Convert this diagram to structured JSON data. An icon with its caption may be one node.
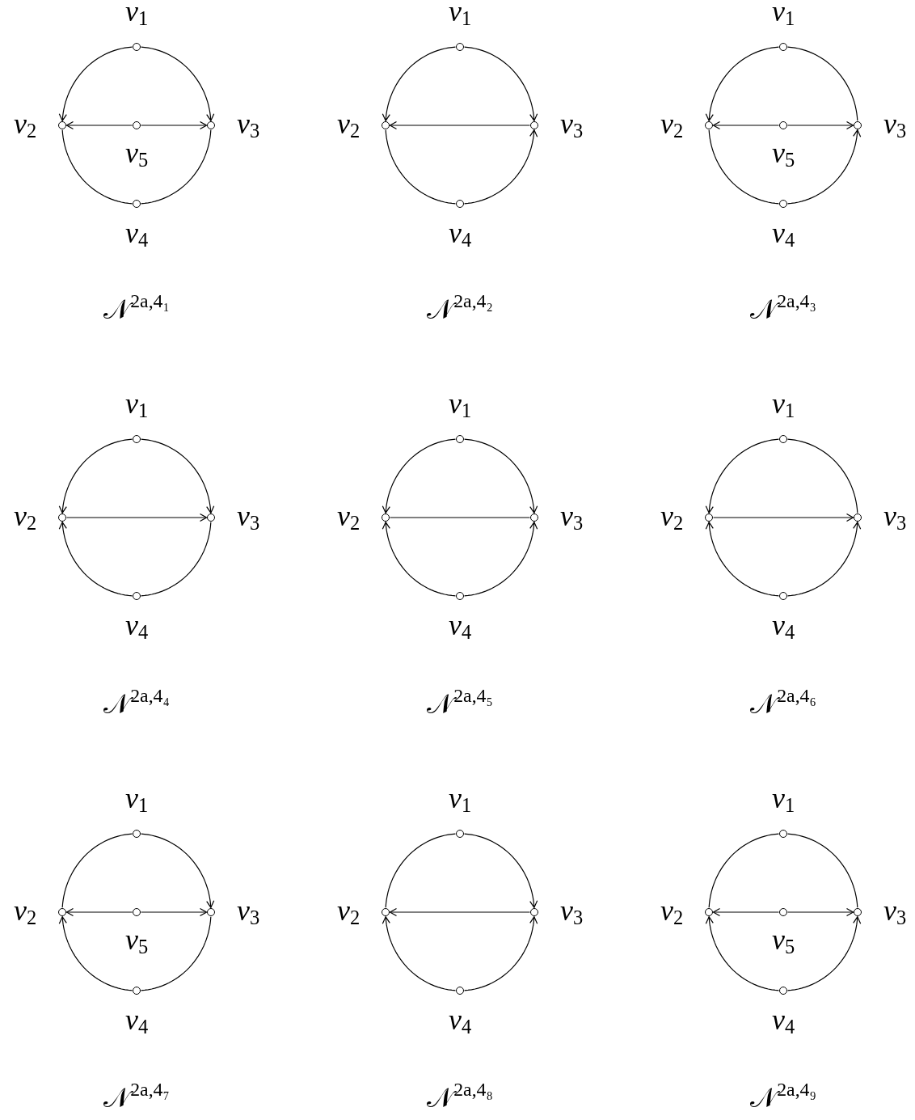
{
  "diagram": {
    "nodes": [
      {
        "text": [
          "*v*$_{1}$"
        ]
      },
      {
        "text": [
          "*v*$_{2}$"
        ]
      },
      {
        "text": [
          "*v*$_{3}$"
        ]
      },
      {
        "text": [
          "*v*$_{4}$"
        ]
      },
      {
        "text": [
          "*v*$_{5}$"
        ]
      },
      {
        "text": [
          "*v*$_{1}$"
        ]
      },
      {
        "text": [
          "*v*$_{2}$"
        ]
      },
      {
        "text": [
          "*v*$_{3}$"
        ]
      },
      {
        "text": [
          "*v*$_{4}$"
        ]
      },
      {
        "text": [
          "*v*$_{1}$"
        ]
      },
      {
        "text": [
          "*v*$_{2}$"
        ]
      },
      {
        "text": [
          "*v*$_{3}$"
        ]
      },
      {
        "text": [
          "*v*$_{4}$"
        ]
      },
      {
        "text": [
          "*v*$_{5}$"
        ]
      },
      {
        "text": [
          "*v*$_{1}$"
        ]
      },
      {
        "text": [
          "*v*$_{2}$"
        ]
      },
      {
        "text": [
          "*v*$_{3}$"
        ]
      },
      {
        "text": [
          "*v*$_{4}$"
        ]
      },
      {
        "text": [
          "*v*$_{1}$"
        ]
      },
      {
        "text": [
          "*v*$_{2}$"
        ]
      },
      {
        "text": [
          "*v*$_{3}$"
        ]
      },
      {
        "text": [
          "*v*$_{4}$"
        ]
      },
      {
        "text": [
          "*v*$_{1}$"
        ]
      },
      {
        "text": [
          "*v*$_{2}$"
        ]
      },
      {
        "text": [
          "*v*$_{3}$"
        ]
      },
      {
        "text": [
          "*v*$_{4}$"
        ]
      },
      {
        "text": [
          "*v*$_{1}$"
        ]
      },
      {
        "text": [
          "*v*$_{2}$"
        ]
      },
      {
        "text": [
          "*v*$_{3}$"
        ]
      },
      {
        "text": [
          "*v*$_{4}$"
        ]
      },
      {
        "text": [
          "*v*$_{5}$"
        ]
      },
      {
        "text": [
          "*v*$_{1}$"
        ]
      },
      {
        "text": [
          "*v*$_{2}$"
        ]
      },
      {
        "text": [
          "*v*$_{3}$"
        ]
      },
      {
        "text": [
          "*v*$_{4}$"
        ]
      },
      {
        "text": [
          "*v*$_{1}$"
        ]
      },
      {
        "text": [
          "*v*$_{2}$"
        ]
      },
      {
        "text": [
          "*v*$_{3}$"
        ]
      },
      {
        "text": [
          "*v*$_{4}$"
        ]
      },
      {
        "text": [
          "*v*$_{5}$"
        ]
      }
    ],
    "edges": [
      {
        "from": 0,
        "to": 1,
        "arrow": "to"
      },
      {
        "from": 0,
        "to": 2,
        "arrow": "to"
      },
      {
        "from": 3,
        "to": 1,
        "arrow": "none"
      },
      {
        "from": 3,
        "to": 2,
        "arrow": "none"
      },
      {
        "from": 4,
        "to": 1,
        "arrow": "to"
      },
      {
        "from": 4,
        "to": 2,
        "arrow": "to"
      },
      {
        "from": 5,
        "to": 6,
        "arrow": "to"
      },
      {
        "from": 5,
        "to": 7,
        "arrow": "to"
      },
      {
        "from": 8,
        "to": 7,
        "arrow": "to"
      },
      {
        "from": 8,
        "to": 6,
        "arrow": "none"
      },
      {
        "from": 7,
        "to": 6,
        "arrow": "to"
      },
      {
        "from": 9,
        "to": 10,
        "arrow": "to"
      },
      {
        "from": 9,
        "to": 11,
        "arrow": "none"
      },
      {
        "from": 12,
        "to": 11,
        "arrow": "to"
      },
      {
        "from": 12,
        "to": 10,
        "arrow": "none"
      },
      {
        "from": 13,
        "to": 10,
        "arrow": "to"
      },
      {
        "from": 13,
        "to": 11,
        "arrow": "to"
      },
      {
        "from": 14,
        "to": 15,
        "arrow": "to"
      },
      {
        "from": 14,
        "to": 16,
        "arrow": "to"
      },
      {
        "from": 17,
        "to": 15,
        "arrow": "to"
      },
      {
        "from": 17,
        "to": 16,
        "arrow": "none"
      },
      {
        "from": 15,
        "to": 16,
        "arrow": "to"
      },
      {
        "from": 18,
        "to": 19,
        "arrow": "to"
      },
      {
        "from": 18,
        "to": 20,
        "arrow": "to"
      },
      {
        "from": 21,
        "to": 19,
        "arrow": "to"
      },
      {
        "from": 21,
        "to": 20,
        "arrow": "to"
      },
      {
        "from": 19,
        "to": 20,
        "arrow": "none"
      },
      {
        "from": 22,
        "to": 23,
        "arrow": "to"
      },
      {
        "from": 22,
        "to": 24,
        "arrow": "none"
      },
      {
        "from": 25,
        "to": 23,
        "arrow": "to"
      },
      {
        "from": 25,
        "to": 24,
        "arrow": "to"
      },
      {
        "from": 23,
        "to": 24,
        "arrow": "to"
      },
      {
        "from": 26,
        "to": 27,
        "arrow": "none"
      },
      {
        "from": 26,
        "to": 28,
        "arrow": "to"
      },
      {
        "from": 29,
        "to": 27,
        "arrow": "to"
      },
      {
        "from": 29,
        "to": 28,
        "arrow": "none"
      },
      {
        "from": 30,
        "to": 27,
        "arrow": "to"
      },
      {
        "from": 30,
        "to": 28,
        "arrow": "to"
      },
      {
        "from": 31,
        "to": 32,
        "arrow": "none"
      },
      {
        "from": 31,
        "to": 33,
        "arrow": "to"
      },
      {
        "from": 34,
        "to": 32,
        "arrow": "to"
      },
      {
        "from": 34,
        "to": 33,
        "arrow": "to"
      },
      {
        "from": 33,
        "to": 32,
        "arrow": "to"
      },
      {
        "from": 35,
        "to": 36,
        "arrow": "none"
      },
      {
        "from": 35,
        "to": 37,
        "arrow": "none"
      },
      {
        "from": 38,
        "to": 36,
        "arrow": "to"
      },
      {
        "from": 38,
        "to": 37,
        "arrow": "to"
      },
      {
        "from": 39,
        "to": 36,
        "arrow": "to"
      },
      {
        "from": 39,
        "to": 37,
        "arrow": "to"
      }
    ],
    "labels": [
      "𝒩$^{2a,4₁}$",
      "𝒩$^{2a,4₂}$",
      "𝒩$^{2a,4₃}$",
      "𝒩$^{2a,4₄}$",
      "𝒩$^{2a,4₅}$",
      "𝒩$^{2a,4₆}$",
      "𝒩$^{2a,4₇}$",
      "𝒩$^{2a,4₈}$",
      "𝒩$^{2a,4₉}$"
    ]
  }
}
